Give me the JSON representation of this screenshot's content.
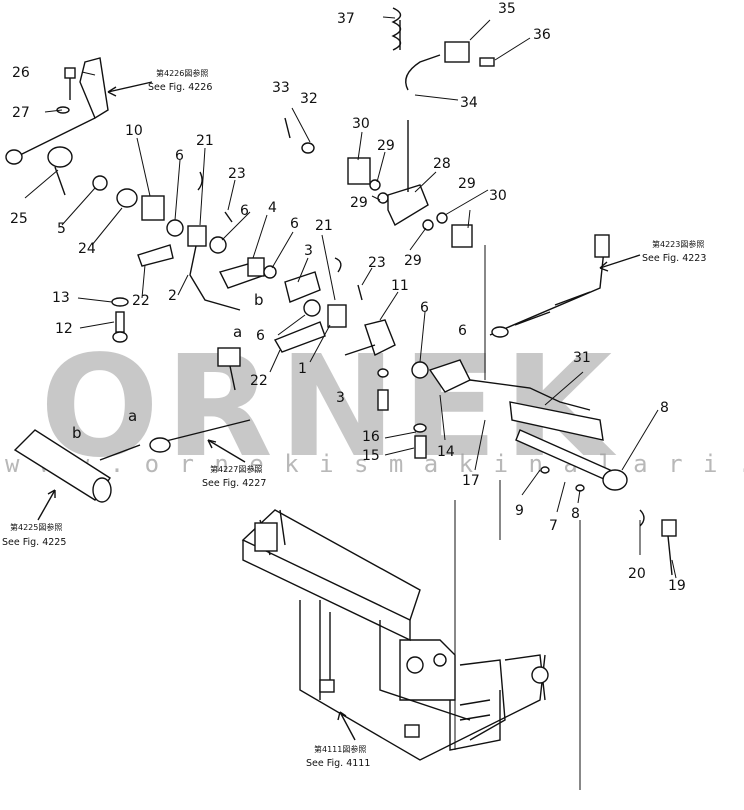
{
  "diagram": {
    "part_numbers": {
      "p1": "1",
      "p2": "2",
      "p3": "3",
      "p3b": "3",
      "p4": "4",
      "p5": "5",
      "p6a": "6",
      "p6b": "6",
      "p6c": "6",
      "p6d": "6",
      "p6e": "6",
      "p6f": "6",
      "p7": "7",
      "p8a": "8",
      "p8b": "8",
      "p9": "9",
      "p10": "10",
      "p11": "11",
      "p12": "12",
      "p13": "13",
      "p14": "14",
      "p15": "15",
      "p16": "16",
      "p17": "17",
      "p19": "19",
      "p20": "20",
      "p21a": "21",
      "p21b": "21",
      "p22a": "22",
      "p22b": "22",
      "p23a": "23",
      "p23b": "23",
      "p24": "24",
      "p25": "25",
      "p26": "26",
      "p27": "27",
      "p28": "28",
      "p29a": "29",
      "p29b": "29",
      "p29c": "29",
      "p29d": "29",
      "p30a": "30",
      "p30b": "30",
      "p31": "31",
      "p32": "32",
      "p33": "33",
      "p34": "34",
      "p35": "35",
      "p36": "36",
      "p37": "37"
    },
    "letters": {
      "a1": "a",
      "b1": "b",
      "a2": "a",
      "b2": "b"
    },
    "references": {
      "fig4226": {
        "jp": "第4226図参照",
        "en": "See Fig. 4226"
      },
      "fig4223": {
        "jp": "第4223図参照",
        "en": "See Fig. 4223"
      },
      "fig4227": {
        "jp": "第4227図参照",
        "en": "See Fig. 4227"
      },
      "fig4225": {
        "jp": "第4225図参照",
        "en": "See Fig. 4225"
      },
      "fig4111": {
        "jp": "第4111図参照",
        "en": "See Fig. 4111"
      }
    }
  },
  "watermark": {
    "text": "ORNEK",
    "url": "w w w . o r n e k i s m a k i n a l a r i . c o m . t r"
  },
  "colors": {
    "line": "#111111",
    "watermark": "#9a9a9a",
    "background": "#ffffff"
  }
}
